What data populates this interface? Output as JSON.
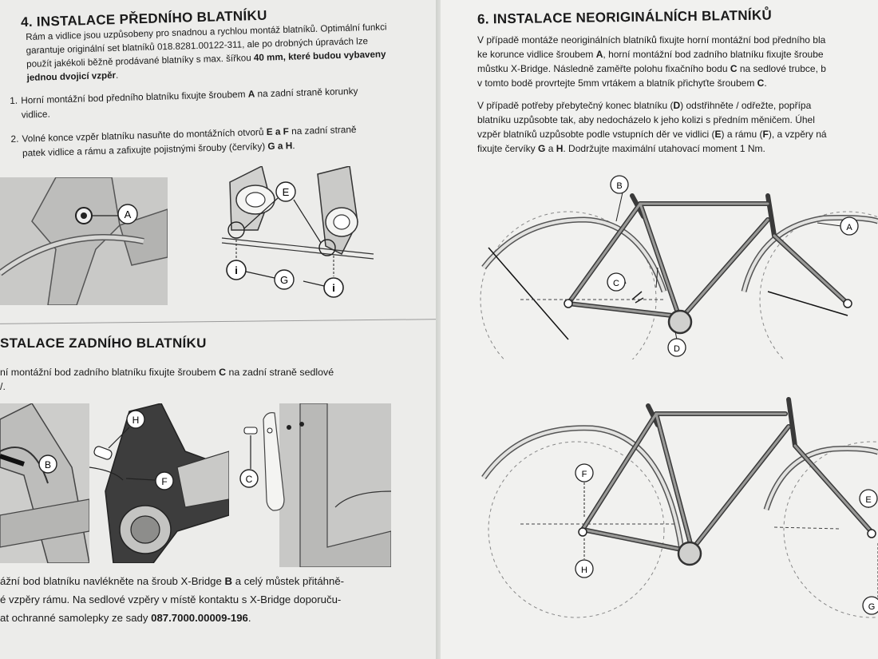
{
  "left_page": {
    "section4": {
      "title": "4. INSTALACE PŘEDNÍHO BLATNÍKU",
      "intro_line1": "Rám a vidlice jsou uzpůsobeny pro snadnou a rychlou montáž blatníků. Optimální funkci",
      "intro_line2": "garantuje originální set blatníků 018.8281.00122-311, ale po drobných úpravách lze",
      "intro_line3_a": "použít jakékoli běžně prodávané blatníky s max. šířkou ",
      "intro_line3_b": "40 mm, které budou vybaveny",
      "intro_line4": "jednou dvojicí vzpěr",
      "intro_line4_end": ".",
      "step1_num": "1.",
      "step1_a": "Horní montážní bod předního blatníku fixujte šroubem ",
      "step1_bold": "A",
      "step1_b": " na zadní straně korunky",
      "step1_c": "vidlice.",
      "step2_num": "2.",
      "step2_a": "Volné konce vzpěr blatníku nasuňte do montážních otvorů ",
      "step2_bold1": "E a F",
      "step2_b": " na zadní straně",
      "step2_c": "patek vidlice a rámu a zafixujte pojistnými šrouby (červíky) ",
      "step2_bold2": "G a H",
      "step2_end": ".",
      "labels": {
        "a": "A",
        "e": "E",
        "g": "G",
        "i1": "i",
        "i2": "i"
      }
    },
    "section5": {
      "title": "STALACE ZADNÍHO BLATNÍKU",
      "line1_a": "ní montážní bod zadního blatníku fixujte šroubem ",
      "line1_bold": "C",
      "line1_b": " na zadní straně sedlové",
      "line2": "/.",
      "labels": {
        "b": "B",
        "h": "H",
        "f": "F",
        "c": "C"
      },
      "bottom_line1_a": "ážní bod blatníku navlékněte na šroub X-Bridge ",
      "bottom_line1_bold": "B",
      "bottom_line1_b": " a celý můstek přitáhně-",
      "bottom_line2": "é vzpěry rámu. Na sedlové vzpěry v místě kontaktu s X-Bridge doporuču-",
      "bottom_line3_a": "at ochranné samolepky ze sady ",
      "bottom_line3_bold": "087.7000.00009-196",
      "bottom_line3_end": "."
    }
  },
  "right_page": {
    "section6": {
      "title": "6. INSTALACE NEORIGINÁLNÍCH BLATNÍKŮ",
      "p1_l1": "V případě montáže neoriginálních blatníků fixujte horní montážní bod předního bla",
      "p1_l2_a": "ke korunce vidlice šroubem ",
      "p1_l2_bold": "A",
      "p1_l2_b": ", horní montážní bod zadního blatníku fixujte šroube",
      "p1_l3_a": "můstku X-Bridge. Následně zaměřte polohu fixačního bodu ",
      "p1_l3_bold": "C",
      "p1_l3_b": " na sedlové trubce, b",
      "p1_l4_a": "v tomto bodě provrtejte 5mm vrtákem a blatník přichyťte šroubem ",
      "p1_l4_bold": "C",
      "p1_l4_end": ".",
      "p2_l1_a": "V případě potřeby přebytečný konec blatníku (",
      "p2_l1_bold": "D",
      "p2_l1_b": ") odstřihněte / odřežte, popřípa",
      "p2_l2": "blatníku uzpůsobte tak, aby nedocházelo k jeho kolizi s předním měničem. Úhel",
      "p2_l3_a": "vzpěr blatníků uzpůsobte podle vstupních děr ve vidlici (",
      "p2_l3_bold1": "E",
      "p2_l3_b": ") a rámu (",
      "p2_l3_bold2": "F",
      "p2_l3_c": "), a vzpěry ná",
      "p2_l4_a": "fixujte červíky ",
      "p2_l4_bold1": "G",
      "p2_l4_b": " a ",
      "p2_l4_bold2": "H",
      "p2_l4_c": ". Dodržujte maximální utahovací moment 1 Nm.",
      "fig1_labels": {
        "b": "B",
        "a": "A",
        "c": "C",
        "d": "D"
      },
      "fig2_labels": {
        "f": "F",
        "e": "E",
        "h": "H",
        "g": "G"
      }
    }
  }
}
